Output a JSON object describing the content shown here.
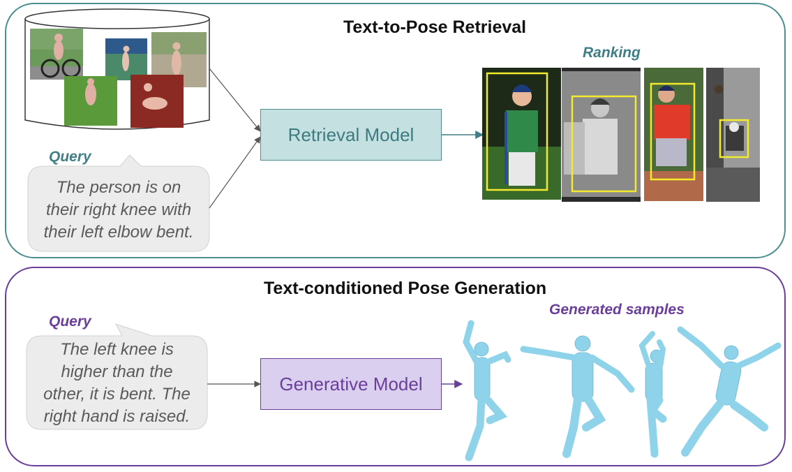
{
  "top": {
    "title": "Text-to-Pose Retrieval",
    "ranking_label": "Ranking",
    "query_label": "Query",
    "query_text": "The person is on\ntheir right knee with\ntheir left elbow bent.",
    "model_label": "Retrieval Model",
    "ranked_photos": [
      "little-league-batter-photo",
      "vintage-baseball-players-photo",
      "red-sox-player-kneeling-photo",
      "crouching-person-photo"
    ],
    "database_thumbnails": [
      "cyclist-render",
      "tennis-player-render",
      "standing-figure-render",
      "lunging-figure-render",
      "reclining-figure-render"
    ]
  },
  "bottom": {
    "title": "Text-conditioned Pose Generation",
    "samples_label": "Generated samples",
    "query_label": "Query",
    "query_text": "The left knee is\nhigher than the\nother, it is bent. The\nright hand is raised.",
    "model_label": "Generative Model"
  },
  "colors": {
    "teal": "#4d8e8f",
    "teal_fill": "#c5e0e1",
    "purple": "#6a3f9a",
    "purple_fill": "#dacfee",
    "figure_blue": "#8ed3ea",
    "highlight_box": "#f2ea2a"
  }
}
